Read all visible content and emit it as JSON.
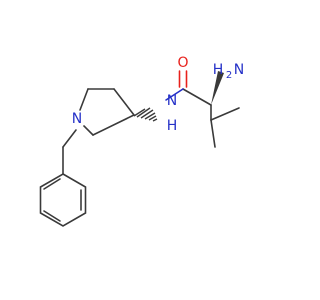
{
  "molecule": {
    "atoms": {
      "oxygen": "O",
      "amine_n": "N",
      "amine_h": "H",
      "amine_sub": "2",
      "amide_n": "N",
      "amide_h": "H",
      "ring_n": "N"
    },
    "colors": {
      "bond": "#3a3a3a",
      "oxygen": "#e8211c",
      "nitrogen": "#2531c8"
    }
  }
}
